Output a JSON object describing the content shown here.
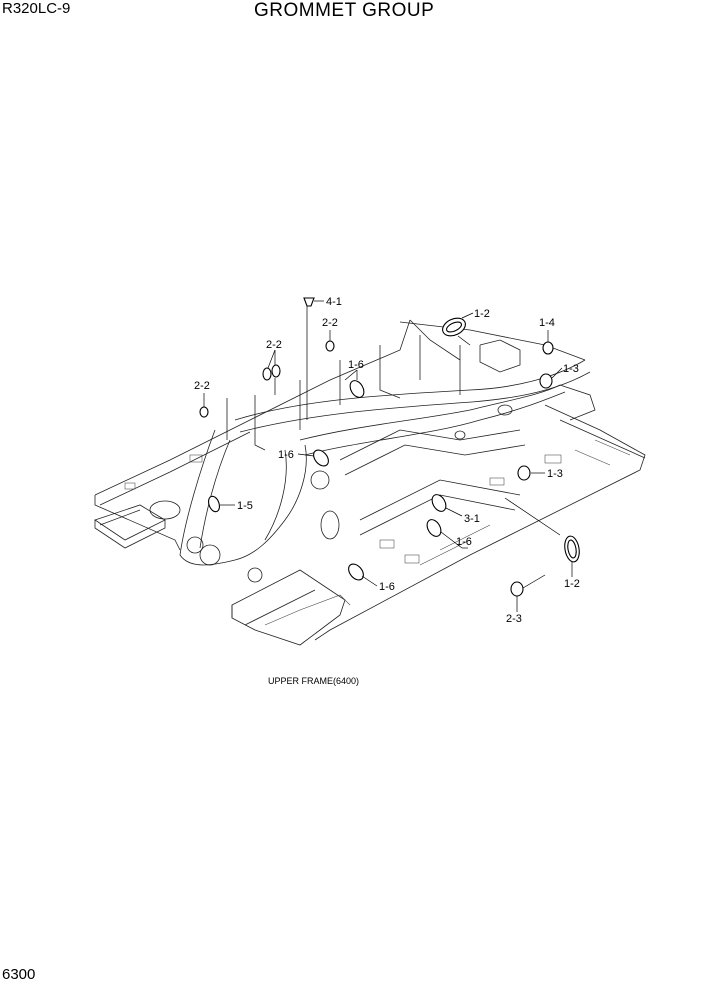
{
  "header": {
    "model": "R320LC-9",
    "title": "GROMMET GROUP"
  },
  "footer": {
    "page_number": "6300"
  },
  "diagram": {
    "caption": "UPPER FRAME(6400)",
    "callouts": [
      "4-1",
      "2-2",
      "1-2",
      "2-2",
      "1-4",
      "1-6",
      "2-2",
      "1-3",
      "1-6",
      "1-3",
      "1-5",
      "3-1",
      "1-6",
      "1-2",
      "1-6",
      "2-3"
    ]
  }
}
